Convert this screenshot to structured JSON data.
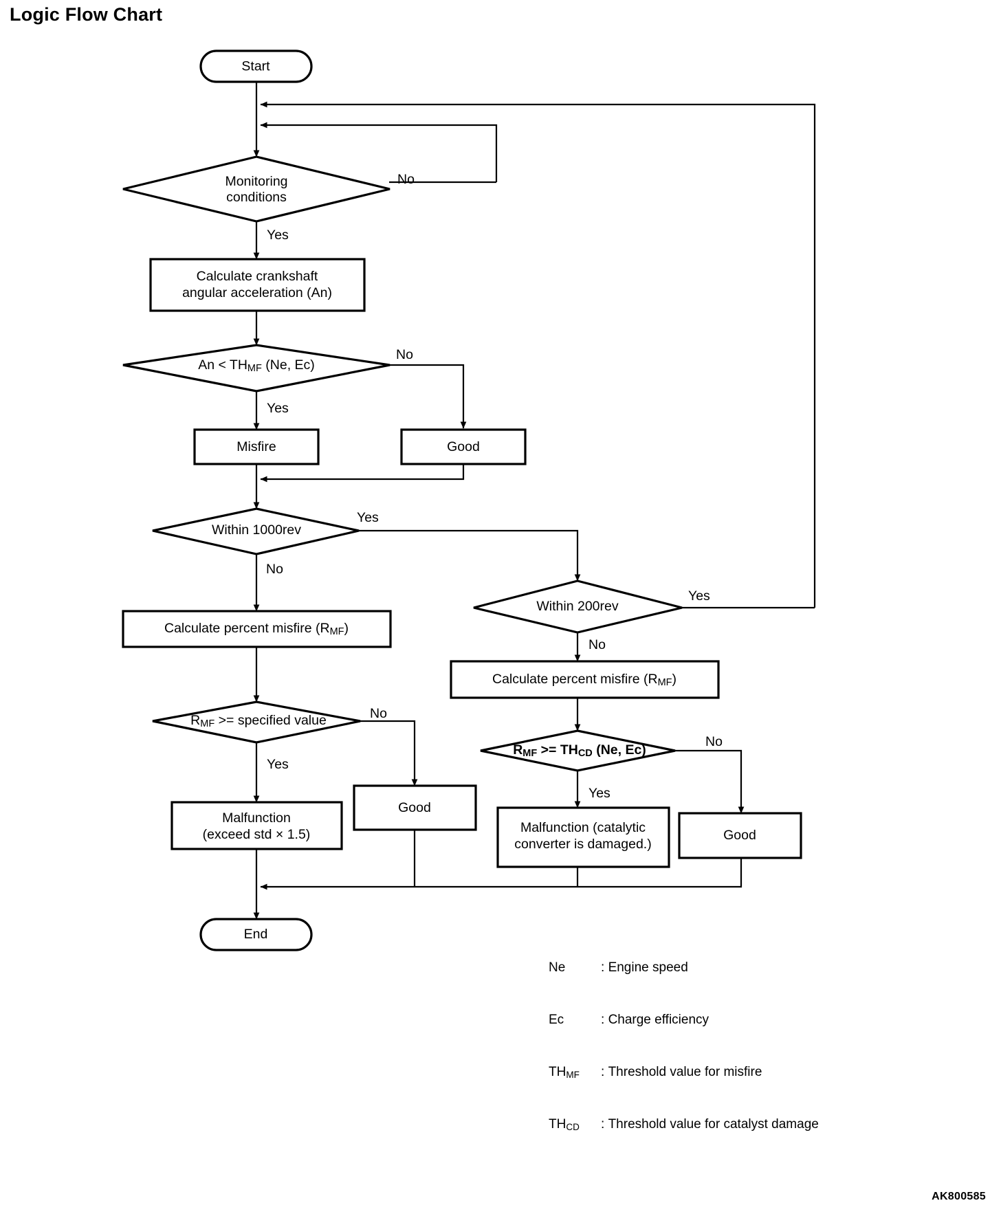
{
  "page": {
    "title": "Logic Flow Chart",
    "figure_code": "AK800585"
  },
  "chart_data": {
    "type": "diagram",
    "title": "Logic Flow Chart",
    "nodes": [
      {
        "id": "start",
        "shape": "terminator",
        "label": "Start"
      },
      {
        "id": "mon",
        "shape": "decision",
        "label_line1": "Monitoring",
        "label_line2": "conditions"
      },
      {
        "id": "calc_an",
        "shape": "process",
        "label_line1": "Calculate crankshaft",
        "label_line2": "angular acceleration (An)"
      },
      {
        "id": "an_th",
        "shape": "decision",
        "label": "An < TH",
        "label_sub": "MF",
        "label_tail": " (Ne, Ec)"
      },
      {
        "id": "misfire",
        "shape": "process",
        "label": "Misfire"
      },
      {
        "id": "good1",
        "shape": "process",
        "label": "Good"
      },
      {
        "id": "within1000",
        "shape": "decision",
        "label": "Within 1000rev"
      },
      {
        "id": "within200",
        "shape": "decision",
        "label": "Within 200rev"
      },
      {
        "id": "calc_rmf_l",
        "shape": "process",
        "label": "Calculate percent misfire (R",
        "label_sub": "MF",
        "label_tail": ")"
      },
      {
        "id": "calc_rmf_r",
        "shape": "process",
        "label": "Calculate percent misfire (R",
        "label_sub": "MF",
        "label_tail": ")"
      },
      {
        "id": "rmf_spec",
        "shape": "decision",
        "label": "R",
        "label_sub": "MF",
        "label_tail": " >= specified value"
      },
      {
        "id": "rmf_thcd",
        "shape": "decision",
        "label": "R",
        "label_sub": "MF",
        "label_tail": " >= TH",
        "label_sub2": "CD",
        "label_tail2": " (Ne, Ec)"
      },
      {
        "id": "malf_left",
        "shape": "process",
        "label_line1": "Malfunction",
        "label_line2": "(exceed std × 1.5)"
      },
      {
        "id": "good2",
        "shape": "process",
        "label": "Good"
      },
      {
        "id": "malf_right",
        "shape": "process",
        "label_line1": "Malfunction (catalytic",
        "label_line2": "converter is damaged.)"
      },
      {
        "id": "good3",
        "shape": "process",
        "label": "Good"
      },
      {
        "id": "end",
        "shape": "terminator",
        "label": "End"
      }
    ],
    "edge_labels": {
      "mon_no": "No",
      "mon_yes": "Yes",
      "an_no": "No",
      "an_yes": "Yes",
      "w1000_yes": "Yes",
      "w1000_no": "No",
      "w200_yes": "Yes",
      "w200_no": "No",
      "rmf_spec_no": "No",
      "rmf_spec_yes": "Yes",
      "rmf_thcd_no": "No",
      "rmf_thcd_yes": "Yes"
    }
  },
  "legend": {
    "rows": [
      {
        "key": "Ne",
        "key_sub": "",
        "sep": ": ",
        "text": "Engine speed"
      },
      {
        "key": "Ec",
        "key_sub": "",
        "sep": ": ",
        "text": "Charge efficiency"
      },
      {
        "key": "TH",
        "key_sub": "MF",
        "sep": ": ",
        "text": "Threshold value for misfire"
      },
      {
        "key": "TH",
        "key_sub": "CD",
        "sep": ": ",
        "text": "Threshold value for catalyst damage"
      }
    ]
  }
}
